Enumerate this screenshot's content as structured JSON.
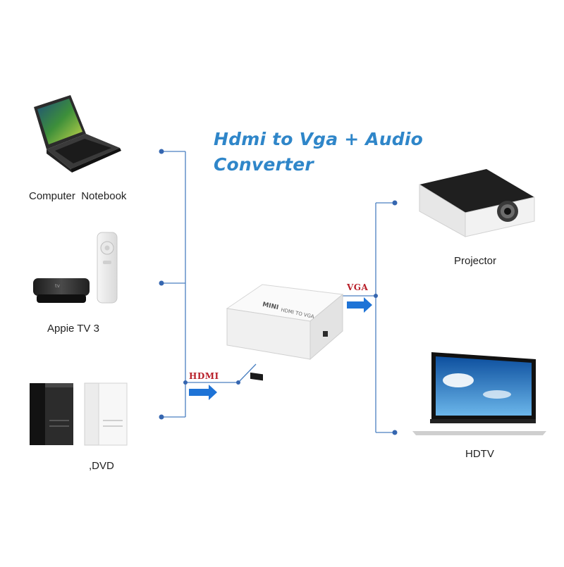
{
  "title": {
    "line1": "Hdmi to Vga + Audio",
    "line2": "Converter"
  },
  "sources": [
    {
      "label": "Computer  Notebook",
      "icon": "laptop-icon"
    },
    {
      "label": "Appie TV 3",
      "icon": "apple-tv-icon"
    },
    {
      "label": ",DVD",
      "icon": "game-console-icon"
    }
  ],
  "outputs": [
    {
      "label": "Projector",
      "icon": "projector-icon"
    },
    {
      "label": "HDTV",
      "icon": "tv-icon"
    }
  ],
  "connectors": {
    "input_tag": "HDMI",
    "output_tag": "VGA"
  },
  "converter": {
    "brand": "MINI",
    "model": "HDMI TO VGA"
  },
  "colors": {
    "line": "#4a7fc1",
    "arrow": "#1e73d6",
    "title": "#2f86c9",
    "tag": "#b8202a"
  }
}
